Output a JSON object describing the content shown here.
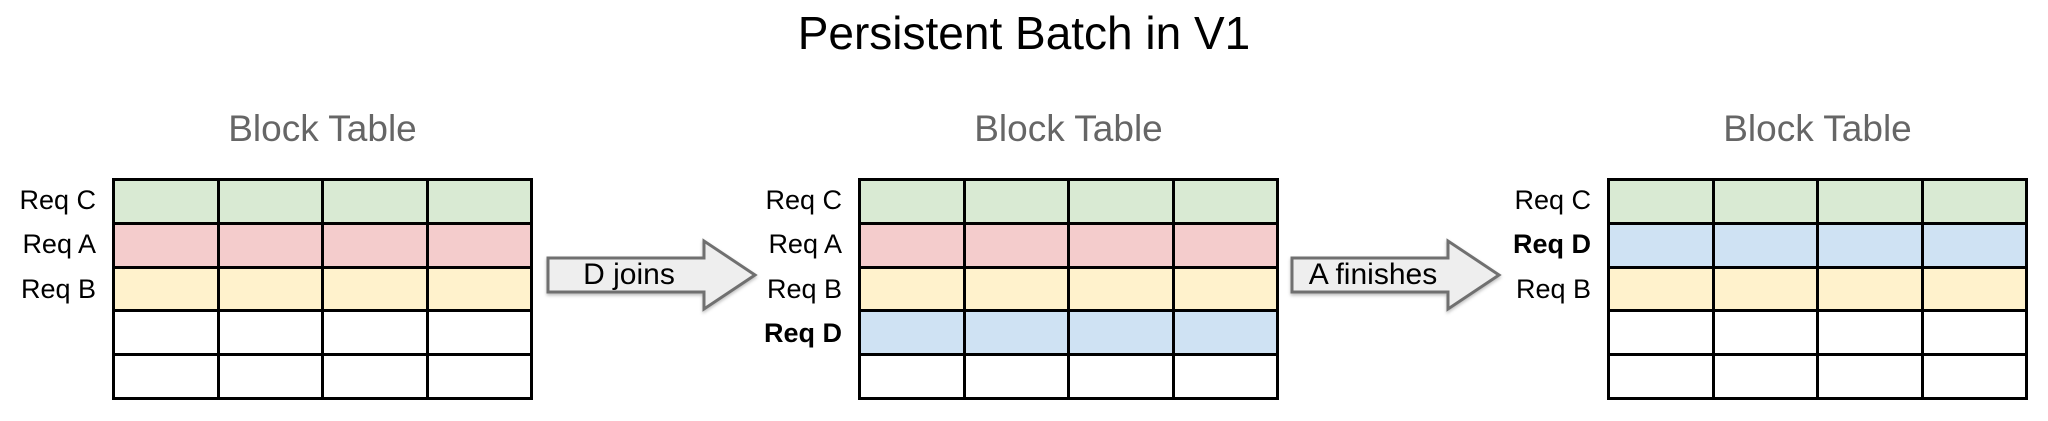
{
  "title": "Persistent Batch in V1",
  "colors": {
    "green": "#d9ead3",
    "red": "#f4cccc",
    "yellow": "#fff2cc",
    "blue": "#cfe2f3",
    "white": "#ffffff",
    "cell_border": "#000000",
    "table_title_gray": "#666666",
    "arrow_fill": "#eeeeee",
    "arrow_stroke": "#707070"
  },
  "tables": [
    {
      "title": "Block Table",
      "columns": 4,
      "rows": [
        {
          "label": "Req C",
          "bold": false,
          "color": "green"
        },
        {
          "label": "Req A",
          "bold": false,
          "color": "red"
        },
        {
          "label": "Req B",
          "bold": false,
          "color": "yellow"
        },
        {
          "label": "",
          "bold": false,
          "color": "white"
        },
        {
          "label": "",
          "bold": false,
          "color": "white"
        }
      ]
    },
    {
      "title": "Block Table",
      "columns": 4,
      "rows": [
        {
          "label": "Req C",
          "bold": false,
          "color": "green"
        },
        {
          "label": "Req A",
          "bold": false,
          "color": "red"
        },
        {
          "label": "Req B",
          "bold": false,
          "color": "yellow"
        },
        {
          "label": "Req D",
          "bold": true,
          "color": "blue"
        },
        {
          "label": "",
          "bold": false,
          "color": "white"
        }
      ]
    },
    {
      "title": "Block Table",
      "columns": 4,
      "rows": [
        {
          "label": "Req C",
          "bold": false,
          "color": "green"
        },
        {
          "label": "Req D",
          "bold": true,
          "color": "blue"
        },
        {
          "label": "Req B",
          "bold": false,
          "color": "yellow"
        },
        {
          "label": "",
          "bold": false,
          "color": "white"
        },
        {
          "label": "",
          "bold": false,
          "color": "white"
        }
      ]
    }
  ],
  "arrows": [
    {
      "label": "D joins"
    },
    {
      "label": "A finishes"
    }
  ]
}
